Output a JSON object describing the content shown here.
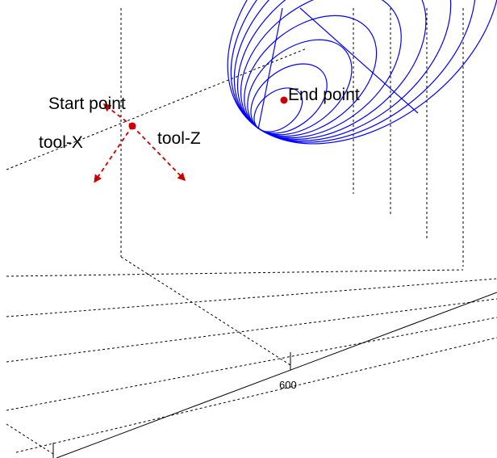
{
  "labels": {
    "start_point": "Start  point",
    "end_point": "End  point",
    "tool_x": "tool-X",
    "tool_z": "tool-Z",
    "axis_tick": "600"
  },
  "colors": {
    "path": "#0000ff",
    "marker": "#cc0000",
    "grid": "#000000"
  },
  "path": {
    "type": "conical-spiral",
    "loops": 9
  }
}
